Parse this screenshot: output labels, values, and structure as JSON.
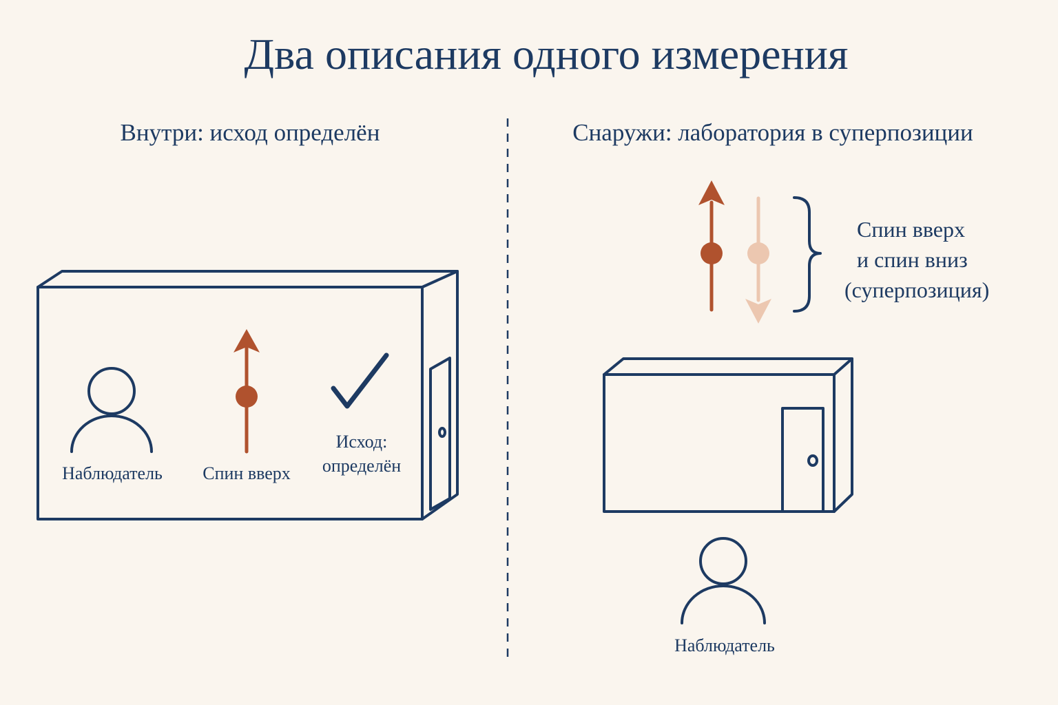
{
  "title": "Два описания одного измерения",
  "left_panel": {
    "heading": "Внутри: исход определён",
    "observer_label": "Наблюдатель",
    "spin_label": "Спин вверх",
    "outcome_label_line1": "Исход:",
    "outcome_label_line2": "определён"
  },
  "right_panel": {
    "heading": "Снаружи: лаборатория в суперпозиции",
    "superposition_line1": "Спин вверх",
    "superposition_line2": "и спин вниз",
    "superposition_line3": "(суперпозиция)",
    "observer_label": "Наблюдатель"
  },
  "colors": {
    "ink": "#1d3a62",
    "spin_up": "#b0522e",
    "spin_down_faded": "#ecc7b0",
    "background": "#faf5ee"
  }
}
